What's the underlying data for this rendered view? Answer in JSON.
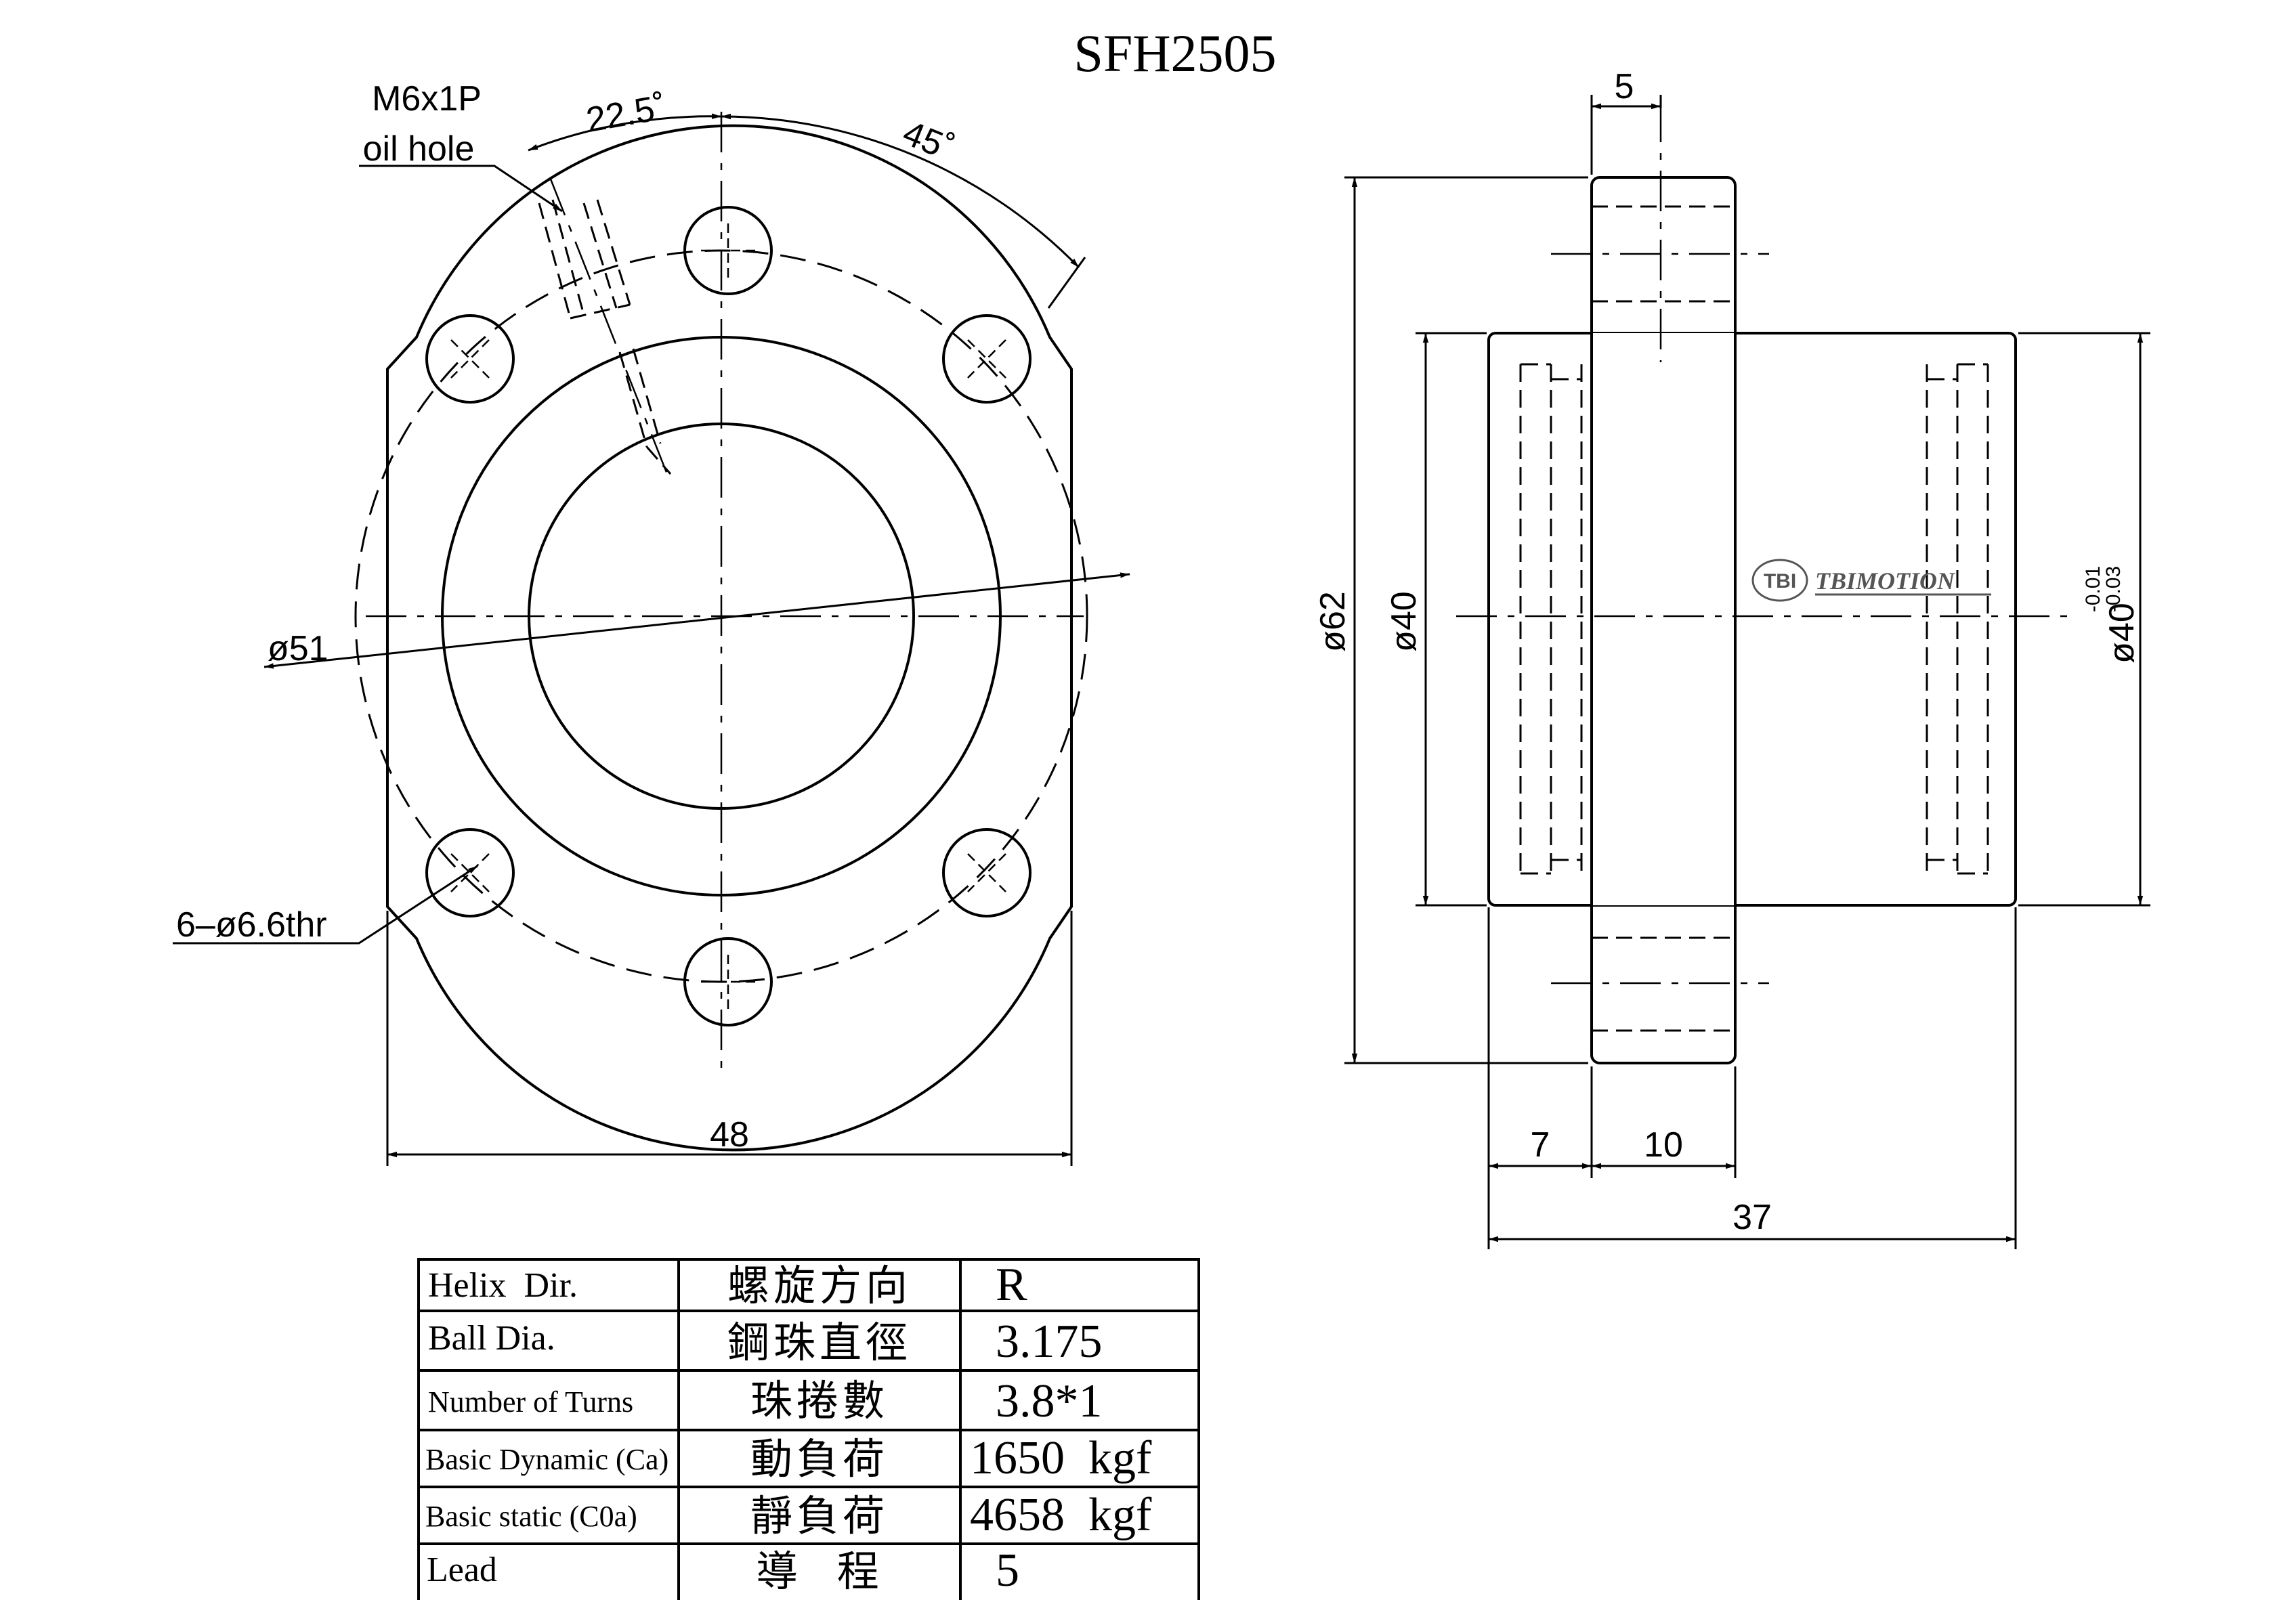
{
  "title": "SFH2505",
  "front_view": {
    "oil_hole_line1": "M6x1P",
    "oil_hole_line2": "oil hole",
    "angle_small": "22.5˚",
    "angle_large": "45˚",
    "pcd_label": "ø51",
    "holes_label": "6–ø6.6thr",
    "width_label": "48"
  },
  "side_view": {
    "flange_thickness": "5",
    "flange_dia": "ø62",
    "body_dia": "ø40",
    "spigot_dia": "ø40",
    "tol_upper": "-0.01",
    "tol_lower": "-0.03",
    "dim_7": "7",
    "dim_10": "10",
    "dim_37": "37",
    "logo_badge": "TBI",
    "logo_text": "TBIMOTION"
  },
  "spec_table": {
    "rows": [
      {
        "en": "Helix  Dir.",
        "zh": "螺旋方向",
        "value": "R"
      },
      {
        "en": "Ball Dia.",
        "zh": "鋼珠直徑",
        "value": "3.175"
      },
      {
        "en": "Number of Turns",
        "zh": "珠捲數",
        "value": "3.8*1"
      },
      {
        "en": "Basic Dynamic (Ca)",
        "zh": "動負荷",
        "value": "1650  kgf"
      },
      {
        "en": "Basic static (C0a)",
        "zh": "靜負荷",
        "value": "4658  kgf"
      },
      {
        "en": "Lead",
        "zh": "導  程",
        "value": "5"
      }
    ]
  }
}
